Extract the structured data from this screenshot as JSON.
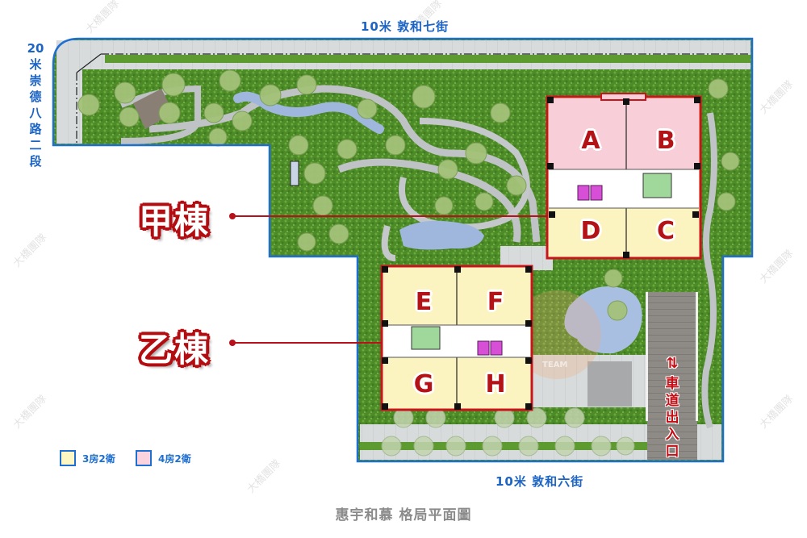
{
  "title": "惠宇和慕 格局平面圖",
  "streets": {
    "north": "10米 敦和七街",
    "south": "10米 敦和六街",
    "west": [
      "20",
      "米",
      "崇",
      "德",
      "八",
      "路",
      "二",
      "段"
    ]
  },
  "buildings": [
    {
      "id": "jia",
      "label": "甲棟",
      "units": [
        "A",
        "B",
        "C",
        "D"
      ]
    },
    {
      "id": "yi",
      "label": "乙棟",
      "units": [
        "E",
        "F",
        "G",
        "H"
      ]
    }
  ],
  "units": {
    "A": {
      "letter": "A",
      "type": "4房2衛"
    },
    "B": {
      "letter": "B",
      "type": "4房2衛"
    },
    "C": {
      "letter": "C",
      "type": "3房2衛"
    },
    "D": {
      "letter": "D",
      "type": "3房2衛"
    },
    "E": {
      "letter": "E",
      "type": "3房2衛"
    },
    "F": {
      "letter": "F",
      "type": "3房2衛"
    },
    "G": {
      "letter": "G",
      "type": "3房2衛"
    },
    "H": {
      "letter": "H",
      "type": "3房2衛"
    }
  },
  "driveway": {
    "arrows": "⇅",
    "label": [
      "車",
      "道",
      "出",
      "入",
      "口"
    ]
  },
  "legend": [
    {
      "label": "3房2衛",
      "color": "#fdf7c3"
    },
    {
      "label": "4房2衛",
      "color": "#fbd3df"
    }
  ],
  "watermark_text": "大橋團隊",
  "center_logo_text": "TEAM",
  "colors": {
    "site_border": "#1f6fd1",
    "building_border": "#c8141b",
    "three_bed": "#fbf4c0",
    "four_bed": "#f8cfd9",
    "elevator": "#d64fd6",
    "stair": "#9fd89a",
    "grass": "#4f8f2a",
    "paving": "#d7dadb",
    "water": "#9fb7dd"
  }
}
